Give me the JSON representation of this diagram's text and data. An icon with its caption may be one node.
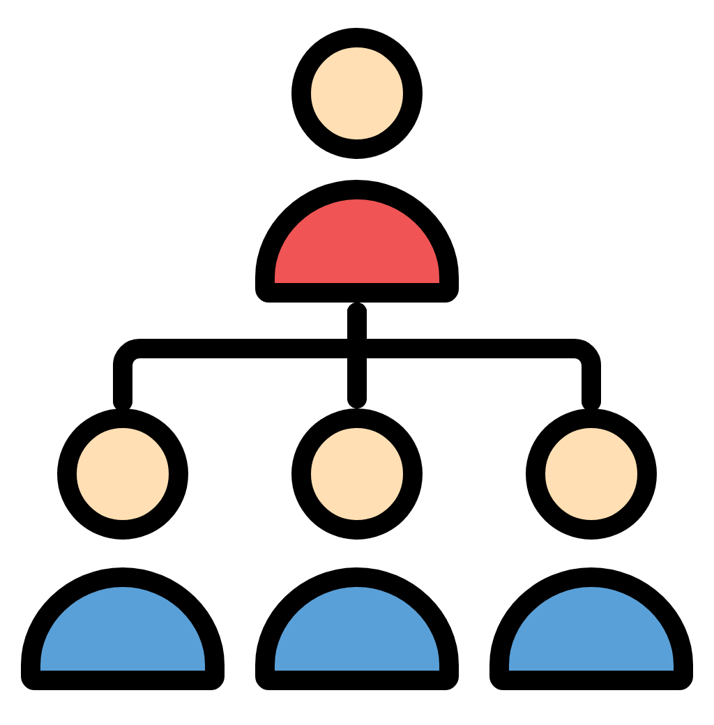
{
  "diagram": {
    "nodes": [
      {
        "text": [],
        "shape": "person"
      },
      {
        "text": [],
        "shape": "person"
      },
      {
        "text": [],
        "shape": "person"
      },
      {
        "text": [],
        "shape": "person"
      }
    ],
    "edges": [
      {
        "from": 0,
        "to": 1,
        "arrow": "none"
      },
      {
        "from": 0,
        "to": 2,
        "arrow": "none"
      },
      {
        "from": 0,
        "to": 3,
        "arrow": "none"
      }
    ]
  }
}
